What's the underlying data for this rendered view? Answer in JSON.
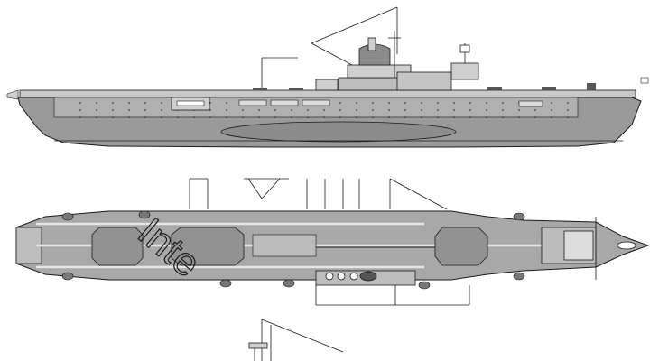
{
  "colors": {
    "hull": "#9a9a9a",
    "hull_dark": "#6f6f6f",
    "hull_light": "#c8c8c8",
    "deck": "#a8a8a8",
    "deck_dark": "#7f7f7f",
    "line": "#1a1a1a",
    "stripe": "#e6e6e6",
    "flag": "#cfcfcf"
  },
  "icons": {
    "side_view": "aircraft-carrier-side-profile",
    "top_view": "aircraft-carrier-flight-deck-plan",
    "partial_view": "aircraft-carrier-island-partial",
    "watermark": "diagonal-text-watermark"
  },
  "watermark": {
    "text": "Inte"
  }
}
